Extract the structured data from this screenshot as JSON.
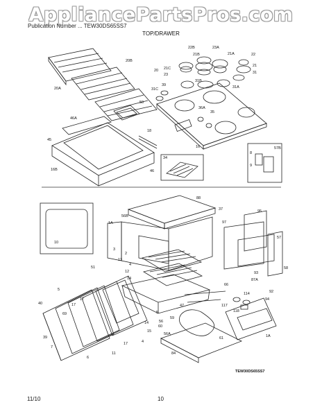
{
  "watermark": "AppliancePartsPros.com",
  "header_text": "Publication Number  ... TEW30DS65SS7",
  "title": "TOP/DRAWER",
  "footer": {
    "date": "11/10",
    "page": "10"
  },
  "model_code": "TEW30DS65SS7",
  "callouts": {
    "top": [
      "20A",
      "20B",
      "20",
      "22B",
      "21B",
      "23A",
      "21A",
      "22",
      "21C",
      "23",
      "21",
      "31",
      "39",
      "31C",
      "31B",
      "31A",
      "50",
      "36A",
      "35",
      "46A",
      "18",
      "45",
      "16",
      "34",
      "16B",
      "46",
      "57B",
      "8",
      "9"
    ],
    "bottom": [
      "88",
      "37",
      "56B",
      "1A",
      "95",
      "10",
      "3",
      "2",
      "4",
      "97",
      "13",
      "12",
      "14",
      "51",
      "57",
      "58",
      "5",
      "17",
      "87A",
      "93",
      "92",
      "94",
      "66",
      "47",
      "114",
      "117",
      "118",
      "40",
      "17",
      "69",
      "5",
      "56",
      "14",
      "15",
      "60",
      "39",
      "7",
      "59",
      "61",
      "17",
      "4",
      "6",
      "11",
      "1A",
      "84",
      "56A"
    ]
  }
}
